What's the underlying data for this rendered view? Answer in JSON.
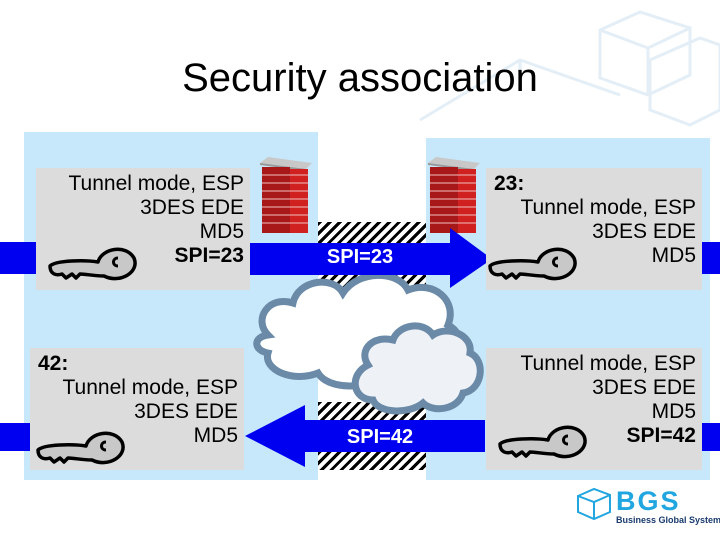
{
  "slide": {
    "title": "Security association"
  },
  "left_gateway": {
    "outbound_sa": {
      "lines": [
        "Tunnel mode, ESP",
        "3DES EDE",
        "MD5"
      ],
      "spi": "SPI=23"
    },
    "inbound_sa": {
      "header": "42:",
      "lines": [
        "Tunnel mode, ESP",
        "3DES EDE",
        "MD5"
      ]
    }
  },
  "right_gateway": {
    "inbound_sa": {
      "header": "23:",
      "lines": [
        "Tunnel mode, ESP",
        "3DES EDE",
        "MD5"
      ]
    },
    "outbound_sa": {
      "lines": [
        "Tunnel mode, ESP",
        "3DES EDE",
        "MD5"
      ],
      "spi": "SPI=42"
    }
  },
  "arrows": {
    "top": {
      "label": "SPI=23",
      "direction": "right"
    },
    "bottom": {
      "label": "SPI=42",
      "direction": "left"
    }
  },
  "logo": {
    "name": "BGS",
    "tagline": "Business Global Systems"
  },
  "colors": {
    "zone": "#c6e8fa",
    "arrow": "#0000f0",
    "box": "#dcdcdc",
    "logo": "#22a6e0"
  }
}
